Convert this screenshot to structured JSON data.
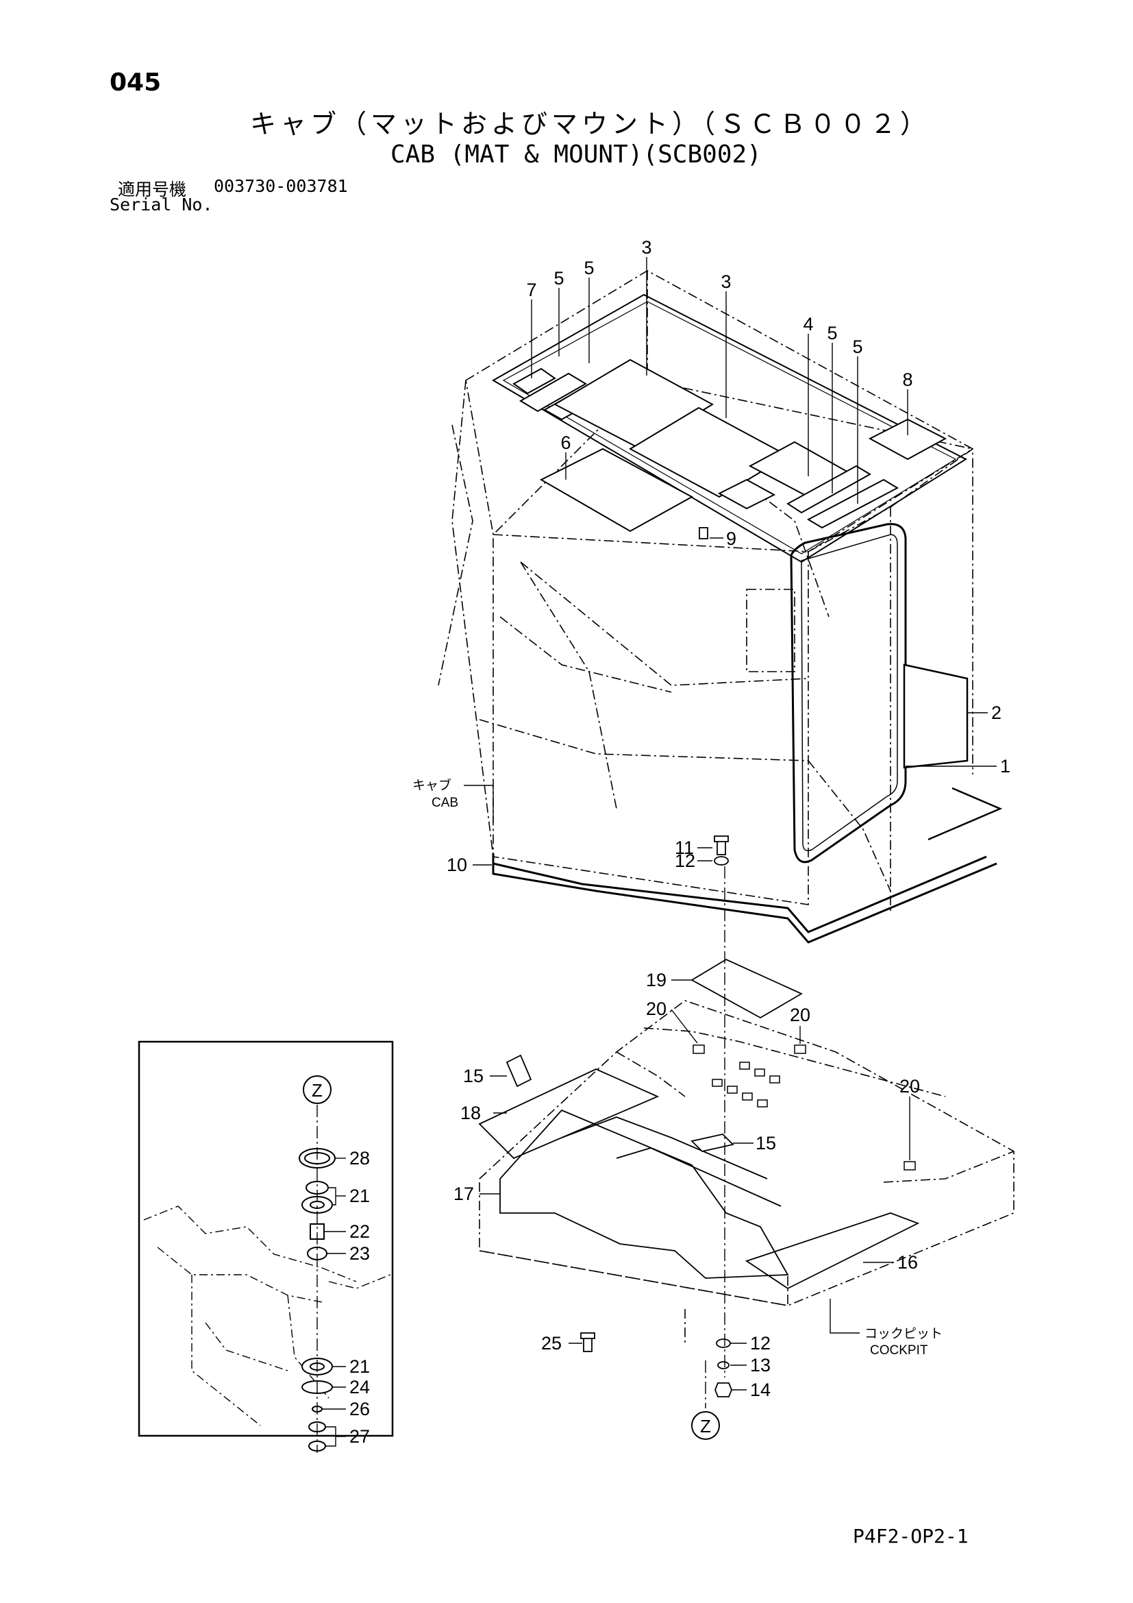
{
  "header": {
    "page_number": "045",
    "title_jp": "キャブ（マットおよびマウント）（ＳＣＢ００２）",
    "title_en": "CAB (MAT & MOUNT)(SCB002)",
    "serial_label_jp": "適用号機",
    "serial_range": "003730-003781",
    "serial_label_en": "Serial No."
  },
  "footer": {
    "code": "P4F2-OP2-1"
  },
  "diagram": {
    "labels": {
      "cab_jp": "キャブ",
      "cab_en": "CAB",
      "cockpit_jp": "コックピット",
      "cockpit_en": "COCKPIT",
      "detail_marker": "Z"
    },
    "callouts": [
      {
        "id": "c-3a",
        "num": "3"
      },
      {
        "id": "c-5a",
        "num": "5"
      },
      {
        "id": "c-5b",
        "num": "5"
      },
      {
        "id": "c-7",
        "num": "7"
      },
      {
        "id": "c-3b",
        "num": "3"
      },
      {
        "id": "c-4",
        "num": "4"
      },
      {
        "id": "c-5c",
        "num": "5"
      },
      {
        "id": "c-5d",
        "num": "5"
      },
      {
        "id": "c-8",
        "num": "8"
      },
      {
        "id": "c-6",
        "num": "6"
      },
      {
        "id": "c-9",
        "num": "9"
      },
      {
        "id": "c-2",
        "num": "2"
      },
      {
        "id": "c-1",
        "num": "1"
      },
      {
        "id": "c-11",
        "num": "11"
      },
      {
        "id": "c-12a",
        "num": "12"
      },
      {
        "id": "c-10",
        "num": "10"
      },
      {
        "id": "c-19",
        "num": "19"
      },
      {
        "id": "c-20a",
        "num": "20"
      },
      {
        "id": "c-20b",
        "num": "20"
      },
      {
        "id": "c-20c",
        "num": "20"
      },
      {
        "id": "c-15a",
        "num": "15"
      },
      {
        "id": "c-18",
        "num": "18"
      },
      {
        "id": "c-15b",
        "num": "15"
      },
      {
        "id": "c-17",
        "num": "17"
      },
      {
        "id": "c-16",
        "num": "16"
      },
      {
        "id": "c-25",
        "num": "25"
      },
      {
        "id": "c-12b",
        "num": "12"
      },
      {
        "id": "c-13",
        "num": "13"
      },
      {
        "id": "c-14",
        "num": "14"
      },
      {
        "id": "c-28",
        "num": "28"
      },
      {
        "id": "c-21a",
        "num": "21"
      },
      {
        "id": "c-22",
        "num": "22"
      },
      {
        "id": "c-23",
        "num": "23"
      },
      {
        "id": "c-21b",
        "num": "21"
      },
      {
        "id": "c-24",
        "num": "24"
      },
      {
        "id": "c-26",
        "num": "26"
      },
      {
        "id": "c-27",
        "num": "27"
      }
    ]
  }
}
